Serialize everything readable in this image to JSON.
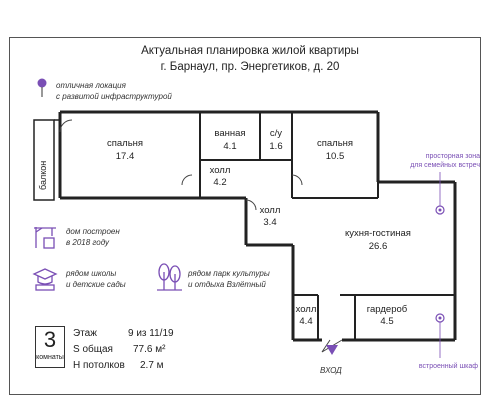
{
  "header": {
    "line1": "Актуальная  планировка жилой квартиры",
    "line2": "г. Барнаул, пр. Энергетиков, д. 20"
  },
  "notes": {
    "location_1": "отличная локация",
    "location_2": "с развитой инфраструктурой",
    "built_1": "дом построен",
    "built_2": "в 2018 году",
    "school_1": "рядом школы",
    "school_2": "и детские сады",
    "park_1": "рядом парк культуры",
    "park_2": "и отдыха Взлётный"
  },
  "rooms": {
    "bedroom1_name": "спальня",
    "bedroom1_area": "17.4",
    "bath_name": "ванная",
    "bath_area": "4.1",
    "wc_name": "с/у",
    "wc_area": "1.6",
    "bedroom2_name": "спальня",
    "bedroom2_area": "10.5",
    "hall1_name": "холл",
    "hall1_area": "4.2",
    "hall2_name": "холл",
    "hall2_area": "3.4",
    "kitchen_name": "кухня-гостиная",
    "kitchen_area": "26.6",
    "hall3_name": "холл",
    "hall3_area": "4.4",
    "wardrobe_name": "гардероб",
    "wardrobe_area": "4.5",
    "balcony_name": "балкон"
  },
  "callouts": {
    "family_1": "просторная зона",
    "family_2": "для семейных встреч",
    "closet": "встроенный шкаф",
    "entry": "ВХОД"
  },
  "summary": {
    "rooms_count": "3",
    "rooms_label": "комнаты",
    "floor_label": "Этаж",
    "floor_value": "9 из 11/19",
    "area_label": "S общая",
    "area_value": "77.6 м²",
    "ceiling_label": "Н потолков",
    "ceiling_value": "2.7 м"
  },
  "colors": {
    "accent": "#7a4fb5",
    "wall": "#222222"
  }
}
